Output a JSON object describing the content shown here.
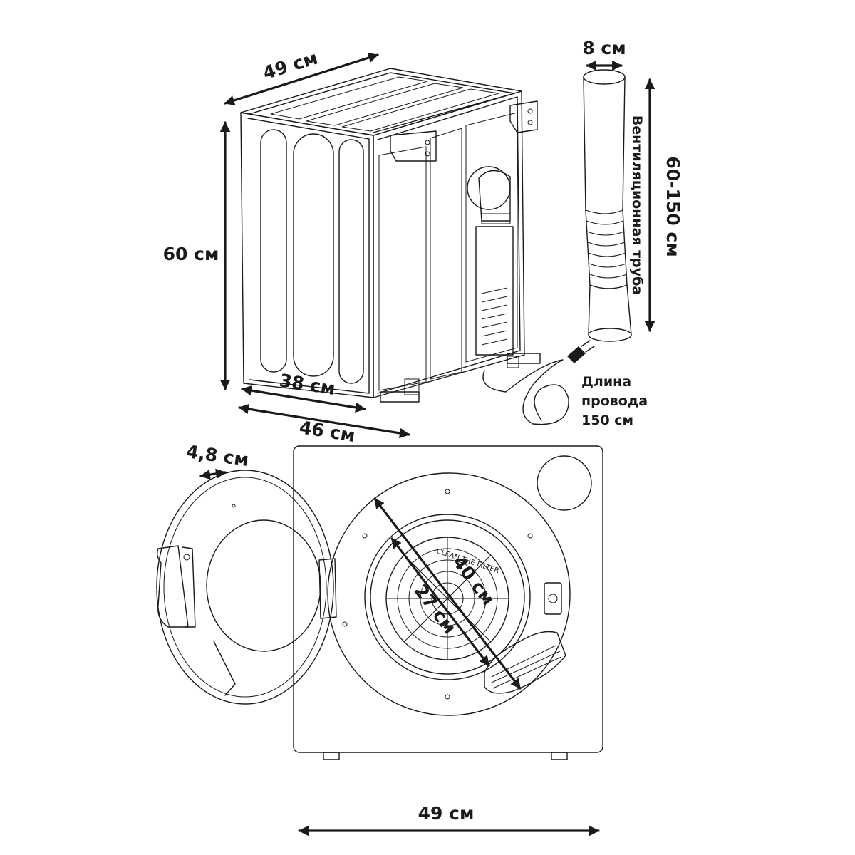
{
  "labels": {
    "top_width": "49 см",
    "height": "60 см",
    "depth_inner": "38 см",
    "depth_outer": "46 см",
    "hose_diameter": "8 см",
    "hose_length": "60-150 см",
    "hose_name": "Вентиляционная труба",
    "cord_line1": "Длина",
    "cord_line2": "провода",
    "cord_line3": "150 см",
    "door_thickness": "4,8 см",
    "drum_opening": "40 см",
    "filter_diameter": "27 см",
    "front_width": "49 см",
    "filter_embossed": "CLEAN THE FILTER"
  }
}
